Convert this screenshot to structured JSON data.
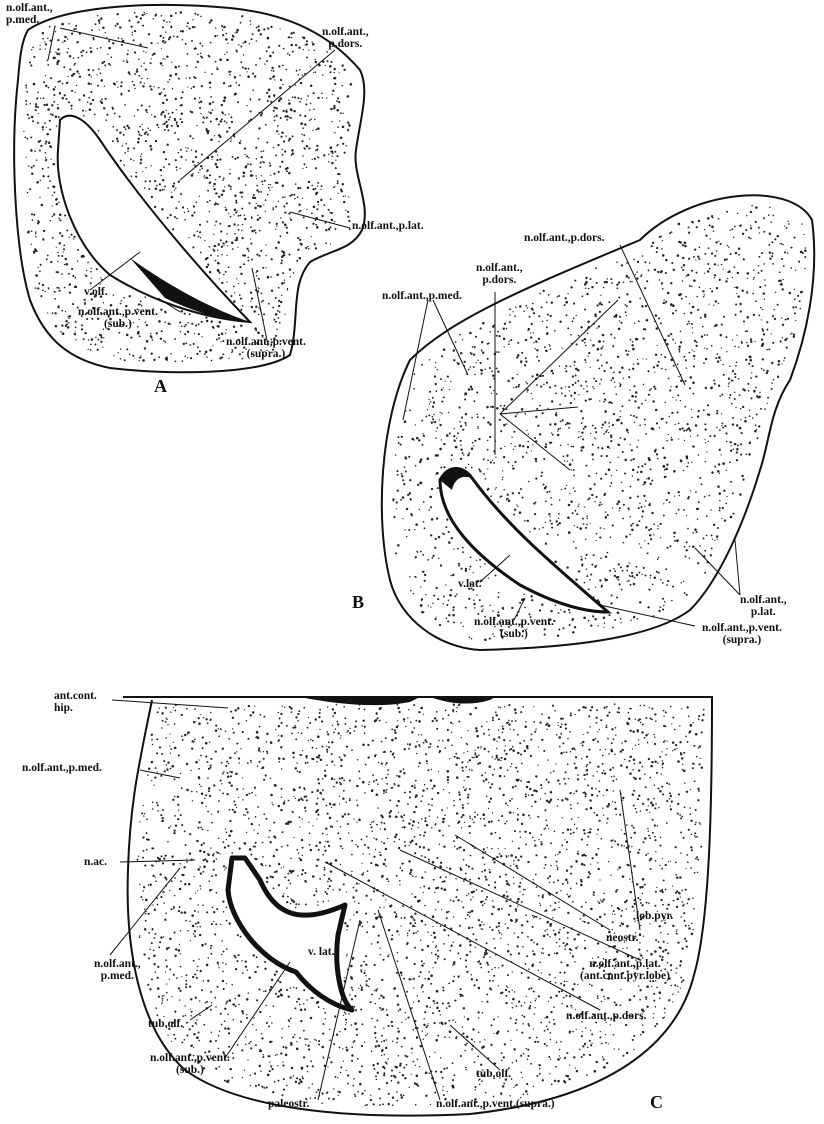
{
  "panels": {
    "a": "A",
    "b": "B",
    "c": "C"
  },
  "labels": {
    "a_med": [
      "n.olf.ant.,",
      "p.med."
    ],
    "a_dors": [
      "n.olf.ant.,",
      "p.dors."
    ],
    "a_lat": "n.olf.ant.,p.lat.",
    "a_volf": "v.olf.",
    "a_vent_sub": [
      "n.olf.ant.,p.vent.",
      "(sub.)"
    ],
    "a_vent_supra": [
      "n.olf.ant.,p.vent.",
      "(supra.)"
    ],
    "b_dors_top": "n.olf.ant.,p.dors.",
    "b_dors": [
      "n.olf.ant.,",
      "p.dors."
    ],
    "b_med": "n.olf.ant.,p.med.",
    "b_lat": [
      "n.olf.ant.,",
      "p.lat."
    ],
    "b_vlat": "v.lat.",
    "b_vent_sub": [
      "n.olf.ant.,p.vent.",
      "(sub.)"
    ],
    "b_vent_supra": [
      "n.olf.ant.,p.vent.",
      "(supra.)"
    ],
    "c_antcont": [
      "ant.cont.",
      "hip."
    ],
    "c_med_top": "n.olf.ant.,p.med.",
    "c_nac": "n.ac.",
    "c_lobpyr": "lob.pyr.",
    "c_neostr": "neostr.",
    "c_vlat": "v. lat.",
    "c_lat": [
      "n.olf.ant.,p.lat.",
      "(ant.cont.pyr.lobe)"
    ],
    "c_med_bot": [
      "n.olf.ant.,",
      "p.med."
    ],
    "c_dors": "n.olf.ant.,p.dors.",
    "c_tubolf_l": "tub.olf.",
    "c_vent_sub": [
      "n.olf.ant.,p.vent.",
      "(sub.)"
    ],
    "c_tubolf_r": "tub.olf.",
    "c_paleostr": "paleostr.",
    "c_vent_supra": "n.olf.ant.,p.vent.(supra.)"
  }
}
